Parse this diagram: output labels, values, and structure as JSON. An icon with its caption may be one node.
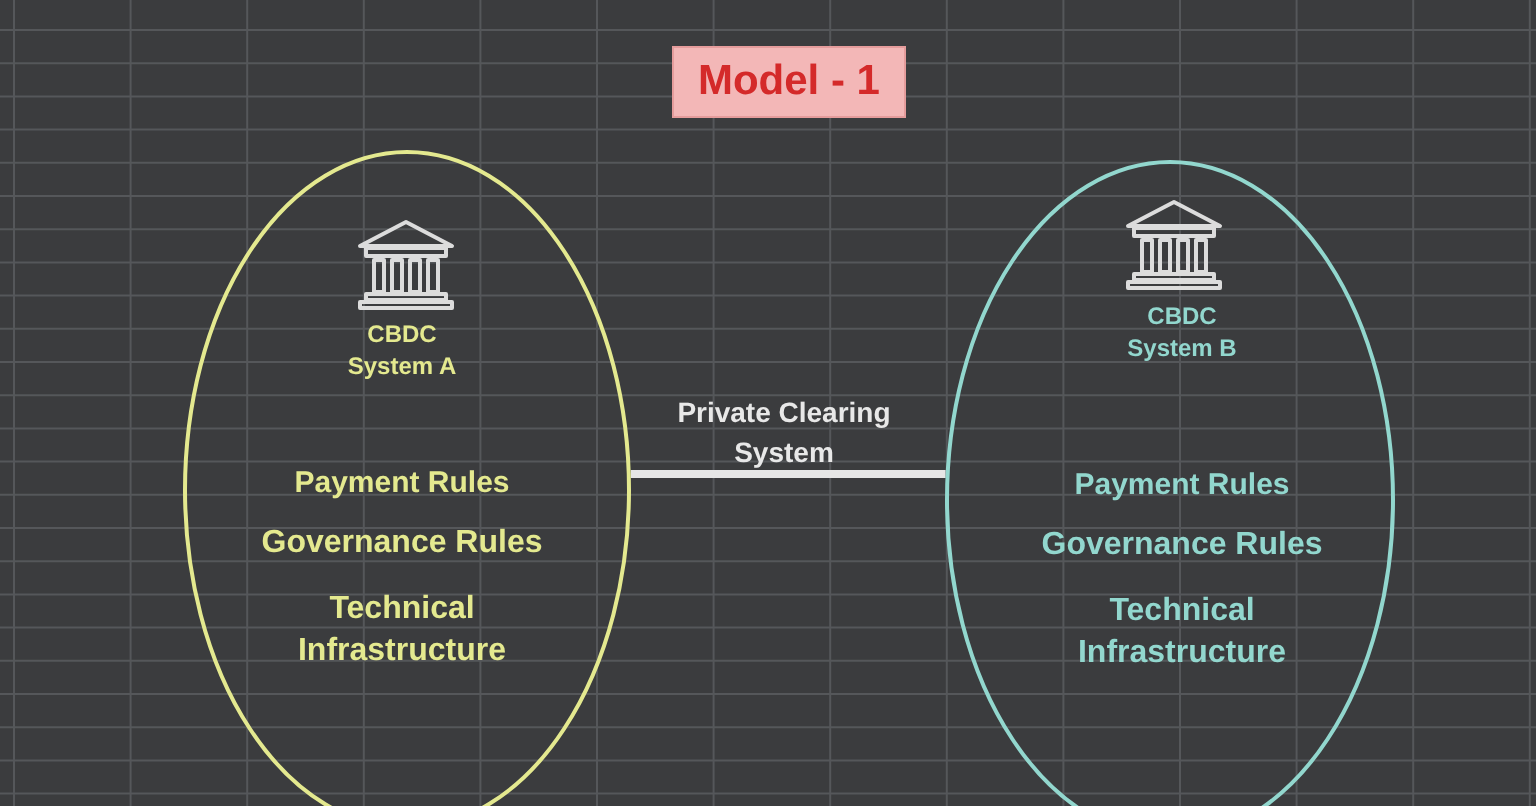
{
  "diagram": {
    "title": "Model - 1",
    "nodes": [
      {
        "text": [
          "CBDC System A",
          "Payment Rules",
          "Governance Rules",
          "Technical Infrastructure"
        ]
      },
      {
        "text": [
          "CBDC System B",
          "Payment Rules",
          "Governance Rules",
          "Technical Infrastructure"
        ]
      }
    ],
    "edges": [
      {
        "from": 0,
        "to": 1,
        "arrow": "none",
        "label": "Private Clearing System"
      }
    ]
  }
}
